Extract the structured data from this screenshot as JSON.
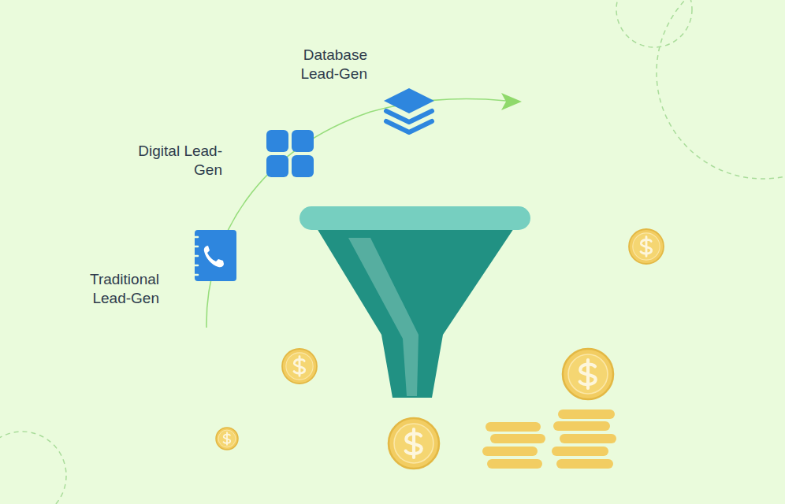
{
  "diagram": {
    "labels": [
      "Database Lead-Gen",
      "Digital Lead-Gen",
      "Traditional Lead-Gen"
    ]
  }
}
